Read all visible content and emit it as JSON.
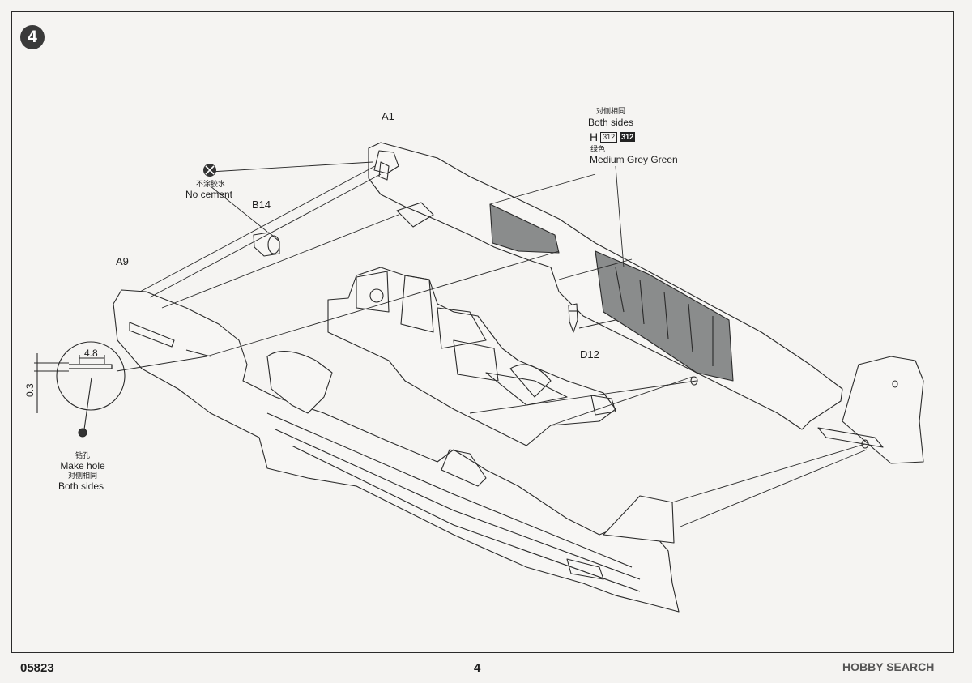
{
  "step": "4",
  "labels": {
    "a1": "A1",
    "a9": "A9",
    "b14": "B14",
    "d12": "D12"
  },
  "no_cement": {
    "cn": "不涂胶水",
    "en": "No cement"
  },
  "both_sides_top": {
    "cn": "对侧相同",
    "en": "Both sides"
  },
  "paint": {
    "prefix": "H",
    "code_outline": "312",
    "code_filled": "312",
    "cn": "绿色",
    "en": "Medium Grey Green"
  },
  "hole": {
    "width": "4.8",
    "depth": "0.3",
    "cn": "钻孔",
    "en": "Make hole",
    "cn_both": "对侧相同",
    "en_both": "Both sides"
  },
  "footer": {
    "code": "05823",
    "page": "4"
  },
  "watermark": "HOBBY SEARCH",
  "colors": {
    "line": "#2a2a2a",
    "paint_fill": "#8a8c8c",
    "badge": "#3a3a3a"
  }
}
